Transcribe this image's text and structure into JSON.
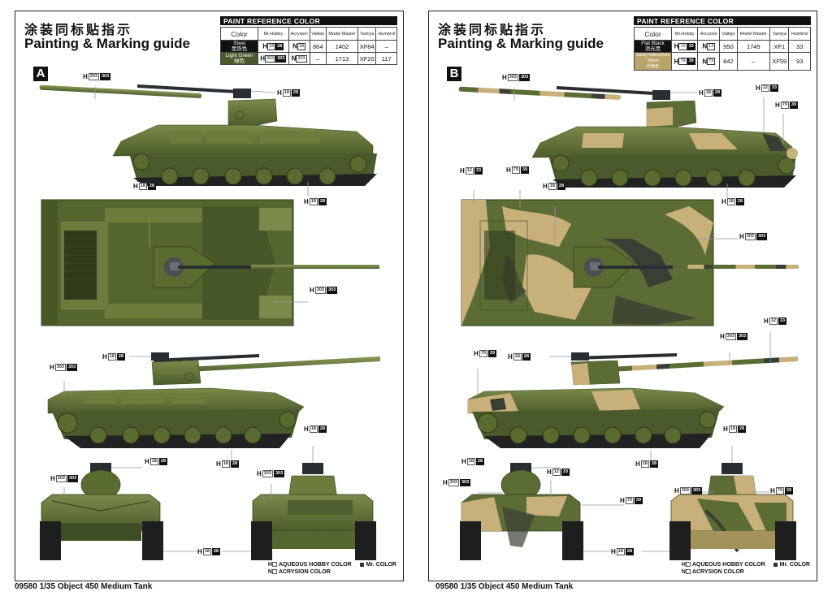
{
  "document": {
    "product_footer": "09580 1/35 Object 450 Medium Tank"
  },
  "pages": [
    {
      "scheme": "A",
      "title_cn": "涂装同标贴指示",
      "title_en": "Painting & Marking guide",
      "paint_reference": {
        "title": "PAINT  REFERENCE COLOR",
        "headers": [
          "Color",
          "Mr.Hobby",
          "Acrysion",
          "Vallejo",
          "Model Master",
          "Tamiya",
          "Humbrol"
        ],
        "rows": [
          {
            "color_en": "Steel",
            "color_cn": "黑铁色",
            "swatch": "#111111",
            "mrhobby_h": "18",
            "mrhobby_c": "28",
            "acrysion": "18",
            "vallejo": "864",
            "model_master": "1402",
            "tamiya": "XF84",
            "humbrol": "–"
          },
          {
            "color_en": "Light Green",
            "color_cn": "绿色",
            "swatch": "#4a5a2a",
            "mrhobby_h": "303",
            "mrhobby_c": "303",
            "acrysion": "303",
            "vallejo": "–",
            "model_master": "1713",
            "tamiya": "XF20",
            "humbrol": "117"
          }
        ]
      },
      "callouts": [
        {
          "h": "303",
          "c": "303"
        },
        {
          "h": "18",
          "c": "28"
        },
        {
          "h": "18",
          "c": "28"
        },
        {
          "h": "18",
          "c": "28"
        },
        {
          "h": "303",
          "c": "303"
        },
        {
          "h": "18",
          "c": "28"
        },
        {
          "h": "303",
          "c": "303"
        },
        {
          "h": "18",
          "c": "28"
        },
        {
          "h": "18",
          "c": "28"
        },
        {
          "h": "18",
          "c": "28"
        },
        {
          "h": "303",
          "c": "303"
        },
        {
          "h": "303",
          "c": "303"
        },
        {
          "h": "18",
          "c": "28"
        }
      ],
      "legend": {
        "aqueous": "AQUEOUS HOBBY COLOR",
        "acrysion": "ACRYSION COLOR",
        "mr_color": "Mr. COLOR",
        "h_prefix": "H",
        "n_prefix": "N"
      }
    },
    {
      "scheme": "B",
      "title_cn": "涂装同标贴指示",
      "title_en": "Painting & Marking guide",
      "paint_reference": {
        "title": "PAINT  REFERENCE COLOR",
        "headers": [
          "Color",
          "Mr.Hobby",
          "Acrysion",
          "Vallejo",
          "Model Master",
          "Tamiya",
          "Humbrol"
        ],
        "rows": [
          {
            "color_en": "Flat Black",
            "color_cn": "消光黑",
            "swatch": "#111111",
            "mrhobby_h": "12",
            "mrhobby_c": "33",
            "acrysion": "12",
            "vallejo": "950",
            "model_master": "1749",
            "tamiya": "XF1",
            "humbrol": "33"
          },
          {
            "color_en": "Sandy Yellow/Dark Yellow",
            "color_cn": "砂黄色",
            "swatch": "#b9a46a",
            "mrhobby_h": "79",
            "mrhobby_c": "39",
            "acrysion": "79",
            "vallejo": "842",
            "model_master": "–",
            "tamiya": "XF59",
            "humbrol": "93"
          }
        ]
      },
      "callouts": [
        {
          "h": "303",
          "c": "303"
        },
        {
          "h": "18",
          "c": "28"
        },
        {
          "h": "12",
          "c": "33"
        },
        {
          "h": "79",
          "c": "39"
        },
        {
          "h": "12",
          "c": "33"
        },
        {
          "h": "79",
          "c": "39"
        },
        {
          "h": "18",
          "c": "28"
        },
        {
          "h": "18",
          "c": "28"
        },
        {
          "h": "303",
          "c": "303"
        },
        {
          "h": "12",
          "c": "33"
        },
        {
          "h": "303",
          "c": "303"
        },
        {
          "h": "79",
          "c": "39"
        },
        {
          "h": "18",
          "c": "28"
        },
        {
          "h": "18",
          "c": "28"
        },
        {
          "h": "18",
          "c": "28"
        },
        {
          "h": "18",
          "c": "28"
        },
        {
          "h": "18",
          "c": "28"
        },
        {
          "h": "12",
          "c": "33"
        },
        {
          "h": "303",
          "c": "303"
        },
        {
          "h": "79",
          "c": "39"
        },
        {
          "h": "303",
          "c": "303"
        },
        {
          "h": "79",
          "c": "39"
        },
        {
          "h": "18",
          "c": "28"
        }
      ],
      "legend": {
        "aqueous": "AQUEOUS HOBBY COLOR",
        "acrysion": "ACRYSION COLOR",
        "mr_color": "Mr. COLOR",
        "h_prefix": "H",
        "n_prefix": "N"
      }
    }
  ],
  "colors": {
    "olive_green": "#5b6d35",
    "olive_dark": "#3f4d24",
    "olive_light": "#7b8a4a",
    "sand": "#c8b07a",
    "steel": "#2b2e30",
    "camo_dark": "#2f3528"
  }
}
